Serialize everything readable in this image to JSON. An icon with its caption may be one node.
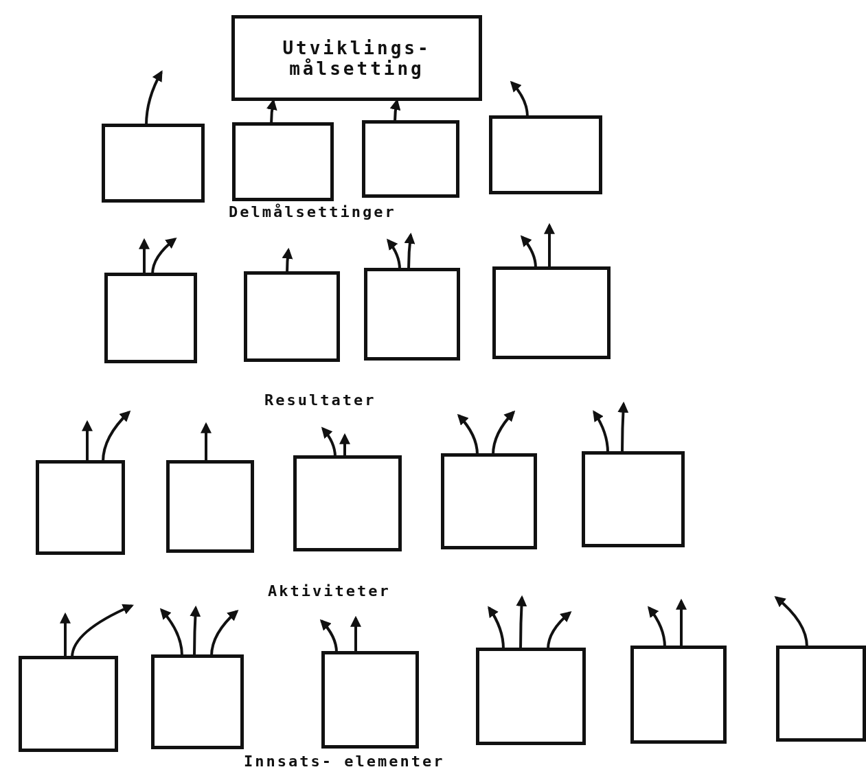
{
  "diagram": {
    "nodes": [
      {
        "text": [
          "Utviklings- målsetting"
        ]
      },
      {
        "text": [],
        "shape": "box"
      },
      {
        "text": [],
        "shape": "box"
      },
      {
        "text": [],
        "shape": "box"
      },
      {
        "text": [],
        "shape": "box"
      },
      {
        "text": [],
        "shape": "box"
      },
      {
        "text": [],
        "shape": "box"
      },
      {
        "text": [],
        "shape": "box"
      },
      {
        "text": [],
        "shape": "box"
      },
      {
        "text": [],
        "shape": "box"
      },
      {
        "text": [],
        "shape": "box"
      },
      {
        "text": [],
        "shape": "box"
      },
      {
        "text": [],
        "shape": "box"
      },
      {
        "text": [],
        "shape": "box"
      },
      {
        "text": [],
        "shape": "box"
      },
      {
        "text": [],
        "shape": "box"
      },
      {
        "text": [],
        "shape": "box"
      },
      {
        "text": [],
        "shape": "box"
      },
      {
        "text": [],
        "shape": "box"
      },
      {
        "text": [],
        "shape": "box"
      }
    ],
    "edges": [
      {
        "from": 1,
        "to": null,
        "arrow": "to"
      },
      {
        "from": 2,
        "to": 0,
        "arrow": "to"
      },
      {
        "from": 3,
        "to": 0,
        "arrow": "to"
      },
      {
        "from": 4,
        "to": null,
        "arrow": "to"
      },
      {
        "from": 5,
        "to": null,
        "arrow": "to"
      },
      {
        "from": 5,
        "to": null,
        "arrow": "to"
      },
      {
        "from": 6,
        "to": null,
        "arrow": "to"
      },
      {
        "from": 7,
        "to": null,
        "arrow": "to"
      },
      {
        "from": 7,
        "to": null,
        "arrow": "to"
      },
      {
        "from": 8,
        "to": null,
        "arrow": "to"
      },
      {
        "from": 8,
        "to": null,
        "arrow": "to"
      },
      {
        "from": 9,
        "to": null,
        "arrow": "to"
      },
      {
        "from": 9,
        "to": null,
        "arrow": "to"
      },
      {
        "from": 10,
        "to": null,
        "arrow": "to"
      },
      {
        "from": 11,
        "to": null,
        "arrow": "to"
      },
      {
        "from": 11,
        "to": null,
        "arrow": "to"
      },
      {
        "from": 12,
        "to": null,
        "arrow": "to"
      },
      {
        "from": 12,
        "to": null,
        "arrow": "to"
      },
      {
        "from": 13,
        "to": null,
        "arrow": "to"
      },
      {
        "from": 13,
        "to": null,
        "arrow": "to"
      },
      {
        "from": 14,
        "to": null,
        "arrow": "to"
      },
      {
        "from": 14,
        "to": null,
        "arrow": "to"
      },
      {
        "from": 15,
        "to": null,
        "arrow": "to"
      },
      {
        "from": 15,
        "to": null,
        "arrow": "to"
      },
      {
        "from": 15,
        "to": null,
        "arrow": "to"
      },
      {
        "from": 16,
        "to": null,
        "arrow": "to"
      },
      {
        "from": 16,
        "to": null,
        "arrow": "to"
      },
      {
        "from": 17,
        "to": null,
        "arrow": "to"
      },
      {
        "from": 17,
        "to": null,
        "arrow": "to"
      },
      {
        "from": 17,
        "to": null,
        "arrow": "to"
      },
      {
        "from": 18,
        "to": null,
        "arrow": "to"
      },
      {
        "from": 18,
        "to": null,
        "arrow": "to"
      },
      {
        "from": 19,
        "to": null,
        "arrow": "to"
      }
    ],
    "labels": [
      "Delmålsettinger",
      "Resultater",
      "Aktiviteter",
      "Innsats- elementer"
    ]
  }
}
